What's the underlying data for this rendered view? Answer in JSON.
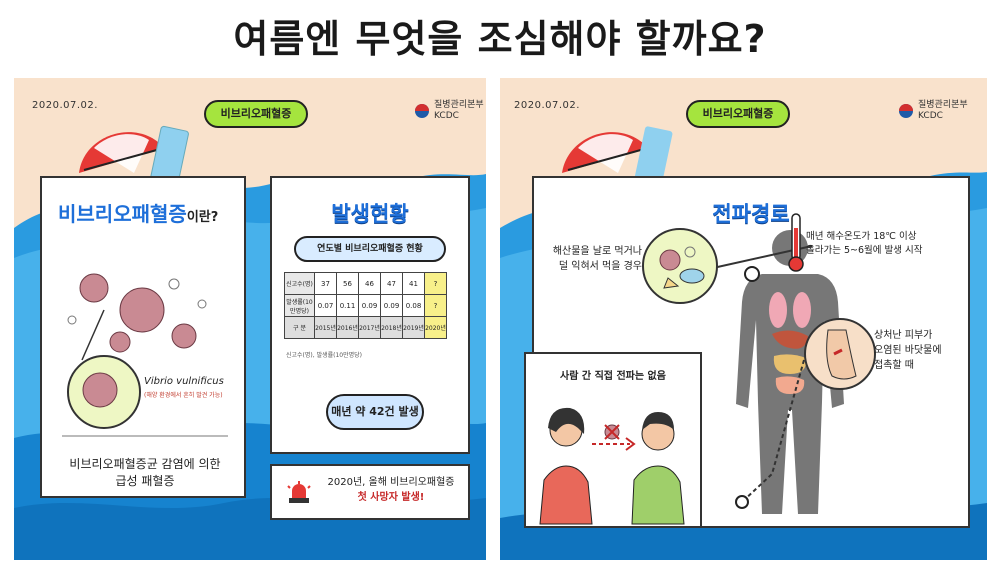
{
  "main_title": "여름엔 무엇을 조심해야 할까요?",
  "left_panel": {
    "date": "2020.07.02.",
    "tag": "비브리오패혈증",
    "agency_ko": "질병관리본부",
    "agency_en": "KCDC",
    "card1": {
      "title_main": "비브리오패혈증",
      "title_suffix": "이란?",
      "bacteria_name": "Vibrio vulnificus",
      "bacteria_note": "(해양 환경에서 흔히 발견 가능)",
      "description_line1": "비브리오패혈증균 감염에 의한",
      "description_line2": "급성 패혈증"
    },
    "card2": {
      "title": "발생현황",
      "subtitle": "연도별 비브리오패혈증 현황",
      "row_labels": [
        "신고수(명)",
        "발생률(10만명당)",
        "구 분"
      ],
      "reports": [
        "37",
        "56",
        "46",
        "47",
        "41",
        "?"
      ],
      "rates": [
        "0.07",
        "0.11",
        "0.09",
        "0.09",
        "0.08",
        "?"
      ],
      "years": [
        "2015년",
        "2016년",
        "2017년",
        "2018년",
        "2019년",
        "2020년"
      ],
      "note": "신고수(명), 발생률(10만명당)",
      "summary": "매년 약 42건 발생"
    },
    "card3": {
      "line1": "2020년, 올해 비브리오패혈증",
      "line2": "첫 사망자 발생!"
    }
  },
  "right_panel": {
    "date": "2020.07.02.",
    "tag": "비브리오패혈증",
    "agency_ko": "질병관리본부",
    "agency_en": "KCDC",
    "title": "전파경로",
    "route1_line1": "해산물을 날로 먹거나",
    "route1_line2": "덜 익혀서 먹을 경우",
    "temp_line1": "매년 해수온도가 18℃ 이상",
    "temp_line2": "올라가는 5~6월에 발생 시작",
    "wound_line1": "상처난 피부가",
    "wound_line2": "오염된 바닷물에",
    "wound_line3": "접촉할 때",
    "no_transmission": "사람 간 직접 전파는 없음"
  },
  "colors": {
    "sand": "#f9e2cc",
    "sea": "#2a9be0",
    "tag_green": "#a5e43e",
    "title_blue": "#1e6fd9",
    "highlight_yellow": "#f8f08a",
    "alert_red": "#e53935"
  },
  "icons": [
    "parasol-icon",
    "bacteria-icon",
    "kcdc-logo-icon",
    "siren-icon",
    "thermometer-icon",
    "human-body-icon",
    "foot-wound-icon",
    "seafood-icon",
    "person-woman-icon",
    "person-man-icon",
    "no-transmission-icon"
  ]
}
